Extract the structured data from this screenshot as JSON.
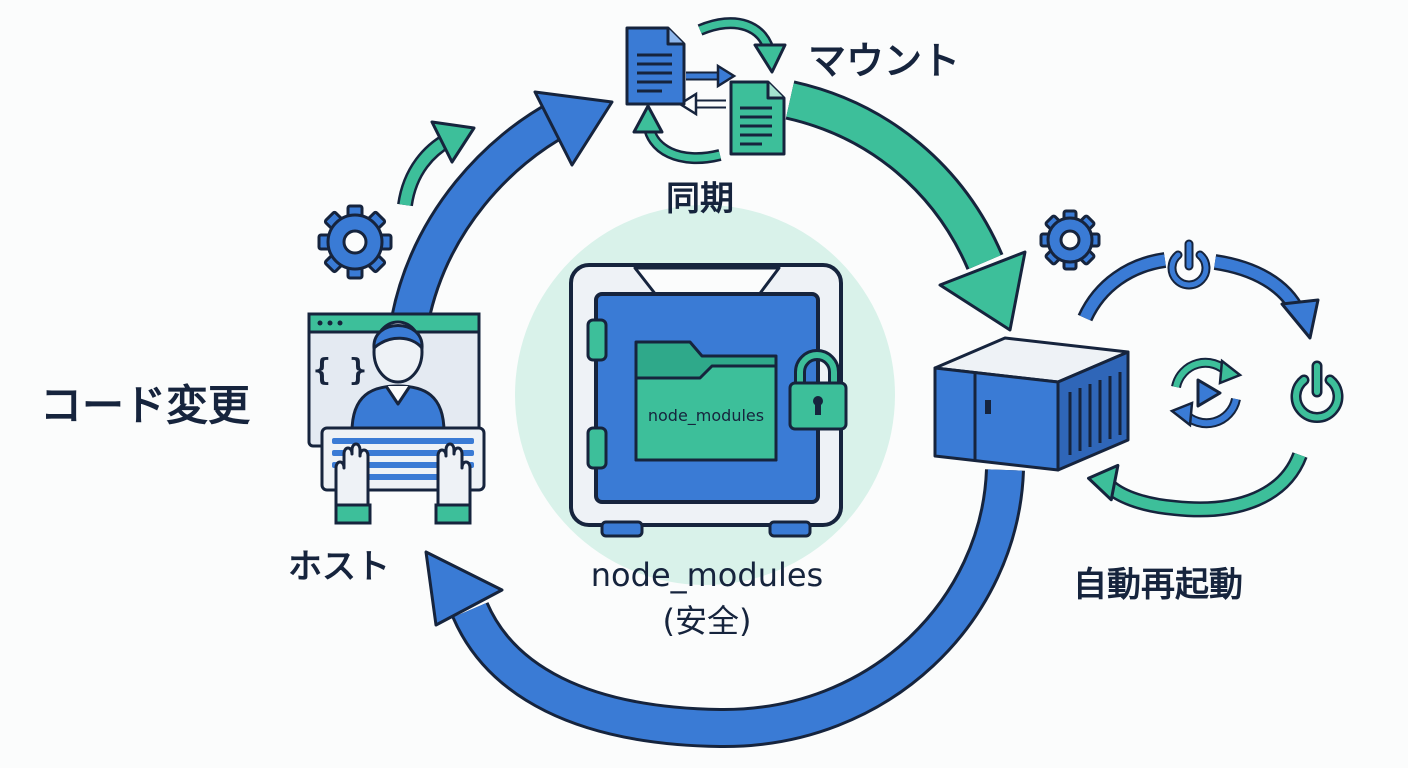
{
  "labels": {
    "code_change": "コード変更",
    "host": "ホスト",
    "mount": "マウント",
    "sync": "同期",
    "auto_restart": "自動再起動",
    "center_title": "node_modules",
    "center_note": "(安全)",
    "folder_label": "node_modules",
    "code_braces": "{ }"
  },
  "colors": {
    "navy": "#16243d",
    "blue": "#3a7bd5",
    "teal": "#3dbf9a",
    "pale_teal": "#d9f2ea",
    "light_gray": "#eef2f6"
  },
  "icons": [
    "gear-icon",
    "curved-arrow-icon",
    "document-icon",
    "sync-arrows-icon",
    "power-icon",
    "restart-play-icon",
    "padlock-icon",
    "folder-icon",
    "server-icon",
    "developer-icon",
    "keyboard-icon"
  ]
}
